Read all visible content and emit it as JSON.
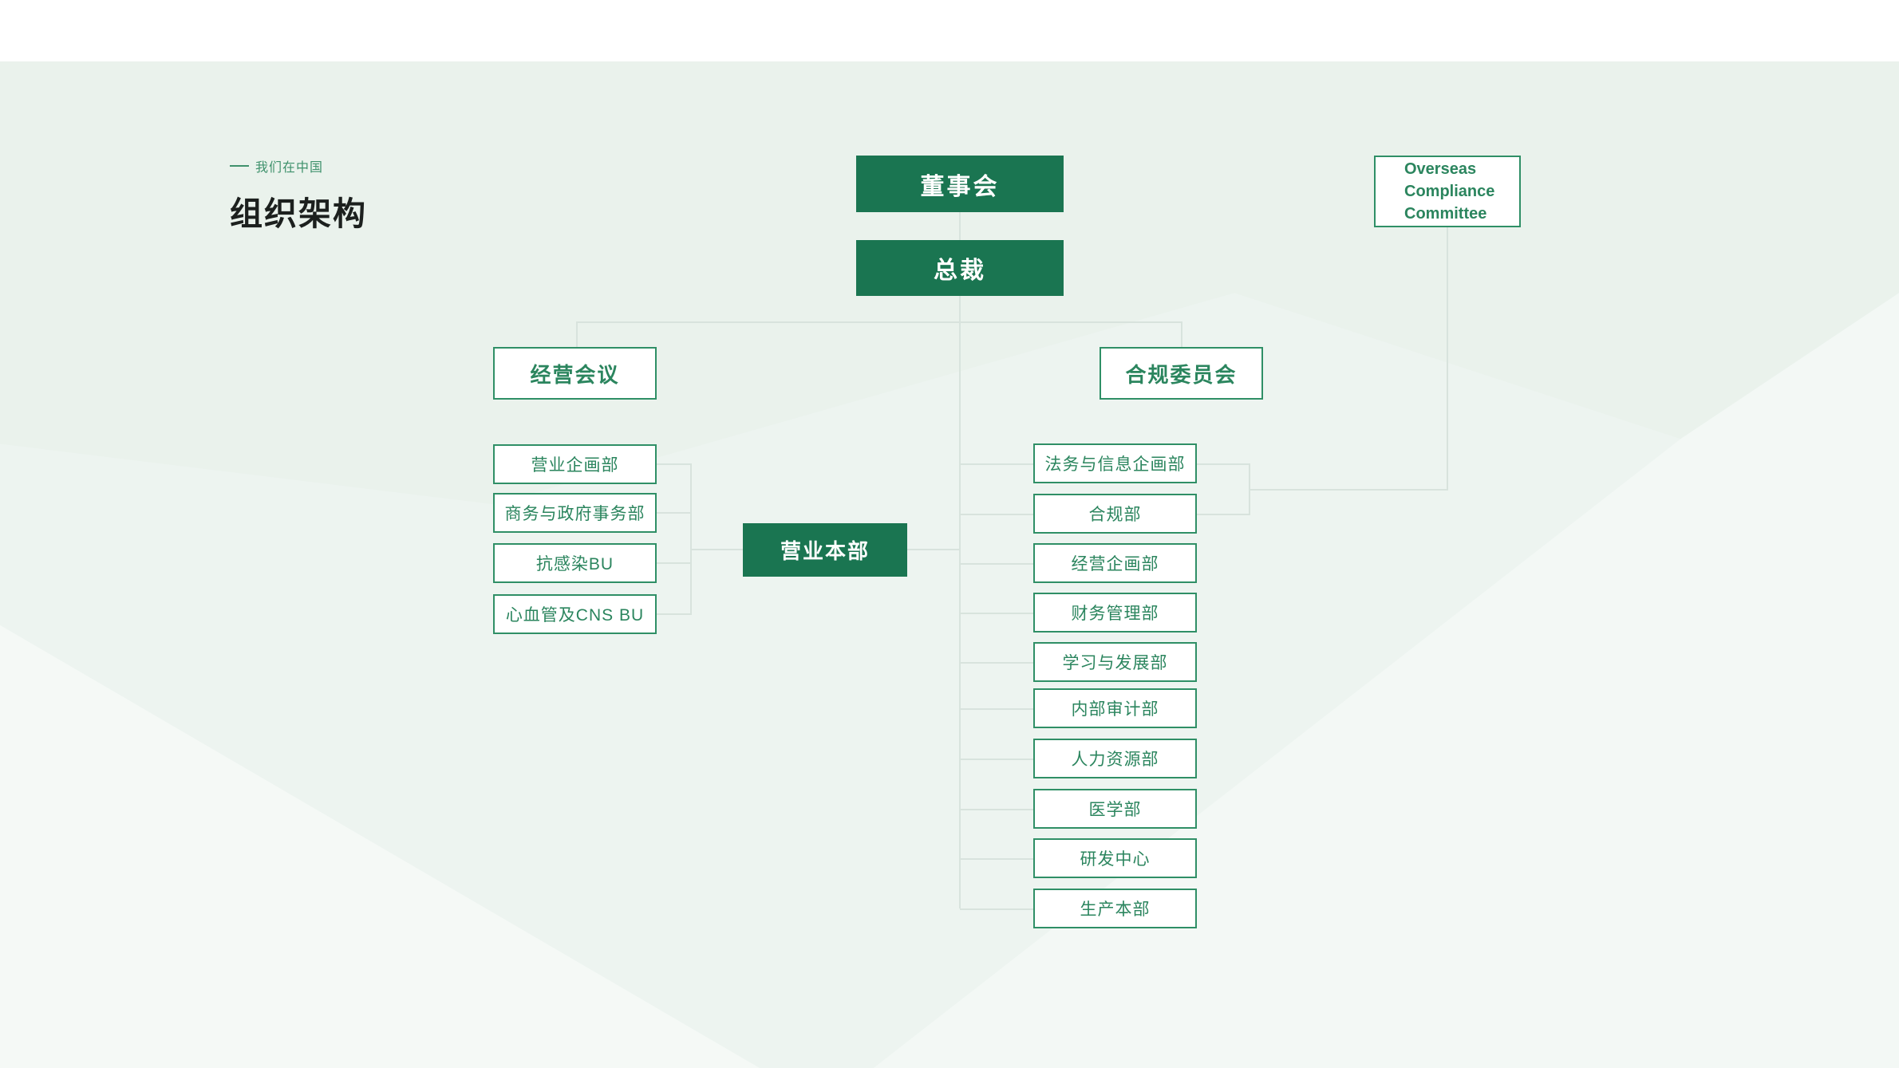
{
  "page": {
    "eyebrow": "我们在中国",
    "title": "组织架构"
  },
  "org_chart": {
    "board": "董事会",
    "president": "总裁",
    "overseas_committee_lines": [
      "Overseas",
      "Compliance",
      "Committee"
    ],
    "management_meeting": "经营会议",
    "compliance_committee": "合规委员会",
    "sales_division": "营业本部",
    "sales_departments": [
      "营业企画部",
      "商务与政府事务部",
      "抗感染BU",
      "心血管及CNS BU"
    ],
    "president_departments": [
      "法务与信息企画部",
      "合规部",
      "经营企画部",
      "财务管理部",
      "学习与发展部",
      "内部审计部",
      "人力资源部",
      "医学部",
      "研发中心",
      "生产本部"
    ]
  },
  "colors": {
    "brand_green_fill": "#1a7551",
    "outline_border_green": "#2f8f66",
    "outline_text_green": "#2b855e",
    "connector_line": "#d8e3dd",
    "background_mint": "#edf4f0",
    "top_band_white": "#ffffff",
    "title_text": "#1c201e",
    "eyebrow_green": "#3f916c"
  }
}
